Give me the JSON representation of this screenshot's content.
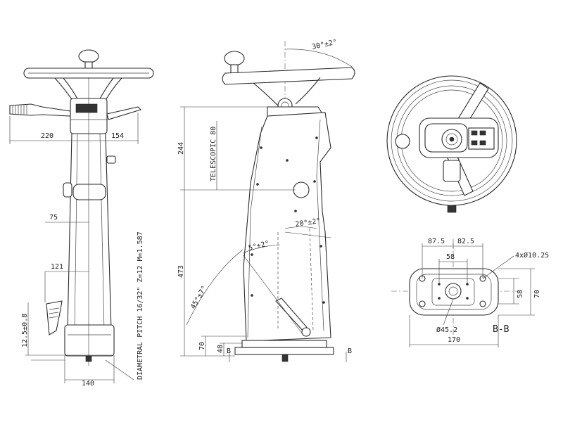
{
  "side_view": {
    "dim_220": "220",
    "dim_154": "154",
    "dim_75": "75",
    "dim_121": "121",
    "dim_12_5": "12.5±0.8",
    "dim_140": "140",
    "gear_note": "DIAMETRAL PITCH 16/32\" Z=12 M=1.587"
  },
  "front_view": {
    "angle_top": "30°±2°",
    "angle_20": "20°±2°",
    "angle_5": "5°±2°",
    "angle_45": "45°±7°",
    "telescopic": "TELESCOPIC 80",
    "dim_244": "244",
    "dim_473": "473",
    "dim_70": "70",
    "dim_48": "48",
    "section_mark_left": "B",
    "section_mark_right": "B"
  },
  "section_bb": {
    "dim_87_5": "87.5",
    "dim_82_5": "82.5",
    "dim_58_top": "58",
    "holes": "4xØ10.25",
    "dim_58_side": "58",
    "dim_70_side": "70",
    "center_bore": "Ø45.2",
    "dim_170": "170",
    "label": "B-B"
  }
}
